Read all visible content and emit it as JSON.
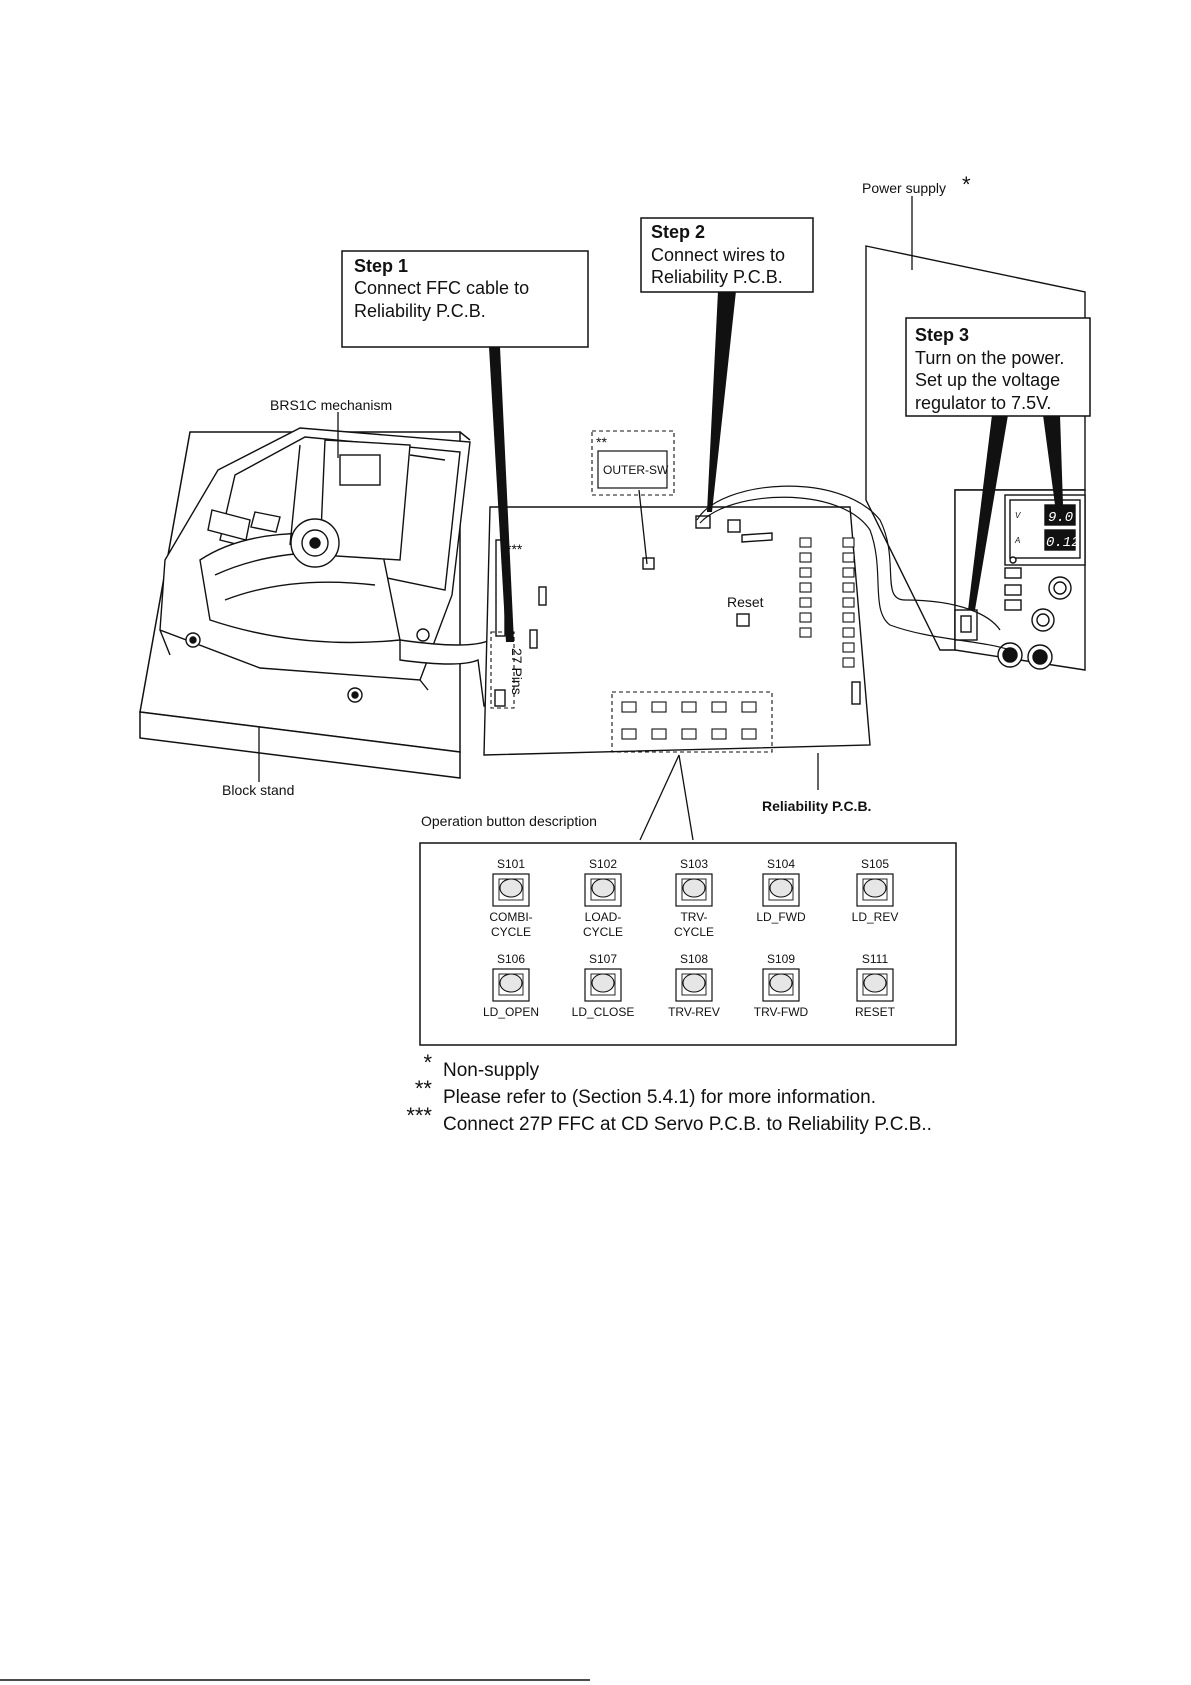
{
  "labels": {
    "power_supply": "Power supply",
    "power_supply_mark": "*",
    "mechanism": "BRS1C mechanism",
    "block_stand": "Block stand",
    "outer_sw": "OUTER-SW",
    "outer_sw_mark": "**",
    "ffc_mark": "***",
    "pins": "27 Pins",
    "reset": "Reset",
    "pcb": "Reliability P.C.B.",
    "op_desc": "Operation button description",
    "volt_readout": "9.0",
    "amp_readout": "0.12",
    "volt_unit": "V",
    "amp_unit": "A"
  },
  "steps": [
    {
      "title": "Step 1",
      "lines": [
        "Connect FFC cable to",
        "Reliability P.C.B."
      ]
    },
    {
      "title": "Step 2",
      "lines": [
        "Connect wires to",
        "Reliability P.C.B."
      ]
    },
    {
      "title": "Step 3",
      "lines": [
        "Turn on the power.",
        "Set up the voltage",
        "regulator to 7.5V."
      ]
    }
  ],
  "buttons": [
    {
      "id": "S101",
      "fn": [
        "COMBI-",
        "CYCLE"
      ]
    },
    {
      "id": "S102",
      "fn": [
        "LOAD-",
        "CYCLE"
      ]
    },
    {
      "id": "S103",
      "fn": [
        "TRV-",
        "CYCLE"
      ]
    },
    {
      "id": "S104",
      "fn": [
        "LD_FWD"
      ]
    },
    {
      "id": "S105",
      "fn": [
        "LD_REV"
      ]
    },
    {
      "id": "S106",
      "fn": [
        "LD_OPEN"
      ]
    },
    {
      "id": "S107",
      "fn": [
        "LD_CLOSE"
      ]
    },
    {
      "id": "S108",
      "fn": [
        "TRV-REV"
      ]
    },
    {
      "id": "S109",
      "fn": [
        "TRV-FWD"
      ]
    },
    {
      "id": "S111",
      "fn": [
        "RESET"
      ]
    }
  ],
  "notes": [
    {
      "mark": "*",
      "text": "Non-supply"
    },
    {
      "mark": "**",
      "text": "Please refer to (Section 5.4.1) for more information."
    },
    {
      "mark": "***",
      "text": "Connect 27P FFC at CD Servo P.C.B. to Reliability P.C.B.."
    }
  ]
}
